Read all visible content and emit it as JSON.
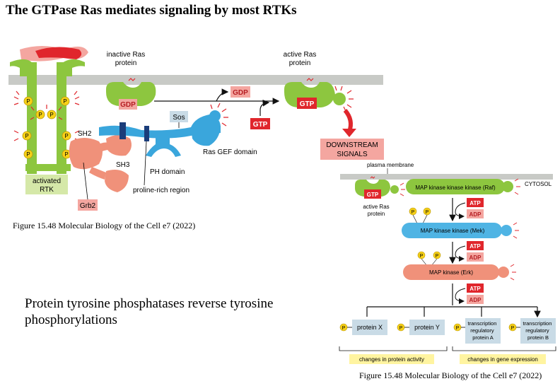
{
  "title": "The GTPase Ras mediates signaling by most RTKs",
  "caption_left": "Figure 15.48 Molecular Biology of the Cell e7 (2022)",
  "caption_right": "Figure 15.48 Molecular Biology of the Cell e7 (2022)",
  "body_text": "Protein tyrosine phosphatases reverse tyrosine phosphorylations",
  "top": {
    "inactive_ras": "inactive Ras protein",
    "active_ras": "active Ras protein",
    "gdp": "GDP",
    "gtp": "GTP",
    "sos": "Sos",
    "sh2": "SH2",
    "sh3": "SH3",
    "ph_domain": "PH domain",
    "ras_gef_domain": "Ras GEF domain",
    "proline_rich": "proline-rich region",
    "grb2": "Grb2",
    "activated_rtk": "activated RTK",
    "downstream": "DOWNSTREAM SIGNALS",
    "p": "P"
  },
  "cascade": {
    "plasma_membrane": "plasma membrane",
    "cytosol": "CYTOSOL",
    "active_ras": "active Ras protein",
    "gtp": "GTP",
    "raf": "MAP kinase kinase kinase (Raf)",
    "mek": "MAP kinase kinase (Mek)",
    "erk": "MAP kinase (Erk)",
    "atp": "ATP",
    "adp": "ADP",
    "p": "P",
    "protein_x": "protein X",
    "protein_y": "protein Y",
    "tf_a": "transcription regulatory protein A",
    "tf_b": "transcription regulatory protein B",
    "changes_activity": "changes in protein activity",
    "changes_expression": "changes in gene expression"
  },
  "colors": {
    "membrane": "#c8cac6",
    "ras_green": "#8dc63f",
    "gdp_pink": "#f4a6a0",
    "gtp_red": "#e0262c",
    "sos_blue": "#3aa6dc",
    "grb2_salmon": "#f0917a",
    "p_yellow": "#f7d117",
    "rtk_label_bg": "#d5e8a8",
    "grey_box": "#c9dbe6",
    "yellow_box": "#fff4a0",
    "mek_blue": "#4fb4e4",
    "erk_salmon": "#f0917a"
  }
}
